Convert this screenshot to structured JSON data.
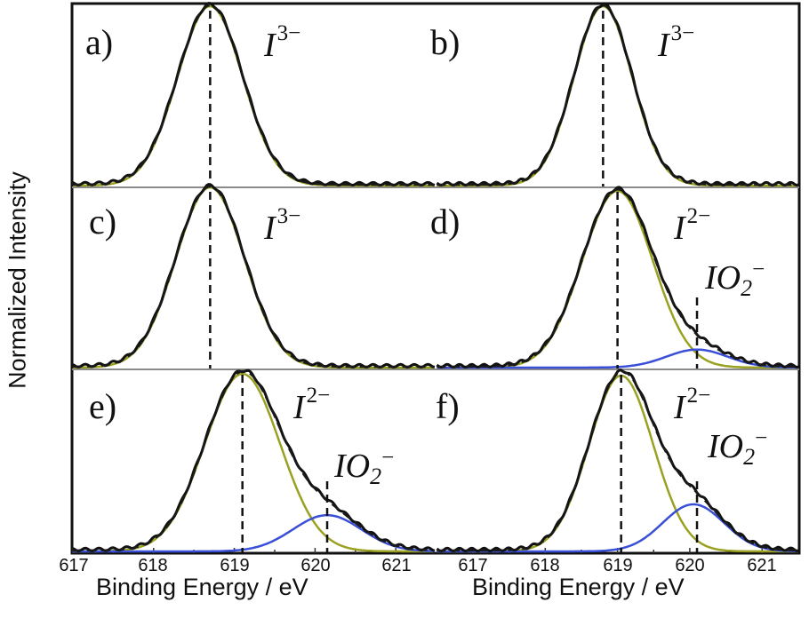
{
  "chart_data": {
    "type": "line",
    "title": "",
    "ylabel": "Normalized Intensity",
    "xlabel": "Binding Energy / eV",
    "xlim": [
      617,
      621.5
    ],
    "xticks": [
      617,
      618,
      619,
      620,
      621
    ],
    "grid": false,
    "colors": {
      "experimental": "#111111",
      "envelope_fit": "#1a1a1a",
      "component_I": "#9aa020",
      "component_IO2": "#3a4fd8"
    },
    "panels": [
      {
        "label": "a)",
        "species": [
          {
            "name": "I",
            "charge": "3−",
            "center": 618.7
          }
        ],
        "components": [
          {
            "type": "I",
            "center": 618.7,
            "fwhm": 0.95,
            "amp": 1.0
          }
        ]
      },
      {
        "label": "b)",
        "species": [
          {
            "name": "I",
            "charge": "3−",
            "center": 618.8
          }
        ],
        "components": [
          {
            "type": "I",
            "center": 618.8,
            "fwhm": 0.95,
            "amp": 1.0
          }
        ]
      },
      {
        "label": "c)",
        "species": [
          {
            "name": "I",
            "charge": "3−",
            "center": 618.7
          }
        ],
        "components": [
          {
            "type": "I",
            "center": 618.7,
            "fwhm": 1.0,
            "amp": 1.0
          }
        ]
      },
      {
        "label": "d)",
        "species": [
          {
            "name": "I",
            "charge": "2−",
            "center": 619.0
          },
          {
            "name": "IO",
            "sub": "2",
            "charge": "−",
            "center": 620.1
          }
        ],
        "components": [
          {
            "type": "I",
            "center": 619.0,
            "fwhm": 1.15,
            "amp": 0.98
          },
          {
            "type": "IO2",
            "center": 620.1,
            "fwhm": 1.0,
            "amp": 0.1
          }
        ]
      },
      {
        "label": "e)",
        "species": [
          {
            "name": "I",
            "charge": "2−",
            "center": 619.1
          },
          {
            "name": "IO",
            "sub": "2",
            "charge": "−",
            "center": 620.15
          }
        ],
        "components": [
          {
            "type": "I",
            "center": 619.1,
            "fwhm": 1.1,
            "amp": 0.98
          },
          {
            "type": "IO2",
            "center": 620.15,
            "fwhm": 1.0,
            "amp": 0.2
          }
        ]
      },
      {
        "label": "f)",
        "species": [
          {
            "name": "I",
            "charge": "2−",
            "center": 619.05
          },
          {
            "name": "IO",
            "sub": "2",
            "charge": "−",
            "center": 620.1
          }
        ],
        "components": [
          {
            "type": "I",
            "center": 619.05,
            "fwhm": 1.05,
            "amp": 0.97
          },
          {
            "type": "IO2",
            "center": 620.05,
            "fwhm": 1.0,
            "amp": 0.26
          }
        ]
      }
    ]
  },
  "labels": {
    "ylabel": "Normalized Intensity",
    "xlabel_left": "Binding Energy / eV",
    "xlabel_right": "Binding Energy / eV",
    "ticks": [
      "617",
      "618",
      "619",
      "620",
      "621"
    ],
    "panel_a": "a)",
    "panel_b": "b)",
    "panel_c": "c)",
    "panel_d": "d)",
    "panel_e": "e)",
    "panel_f": "f)",
    "I": "I",
    "IO": "IO",
    "sub2": "2",
    "c3": "3−",
    "c2": "2−",
    "cm": "−"
  }
}
